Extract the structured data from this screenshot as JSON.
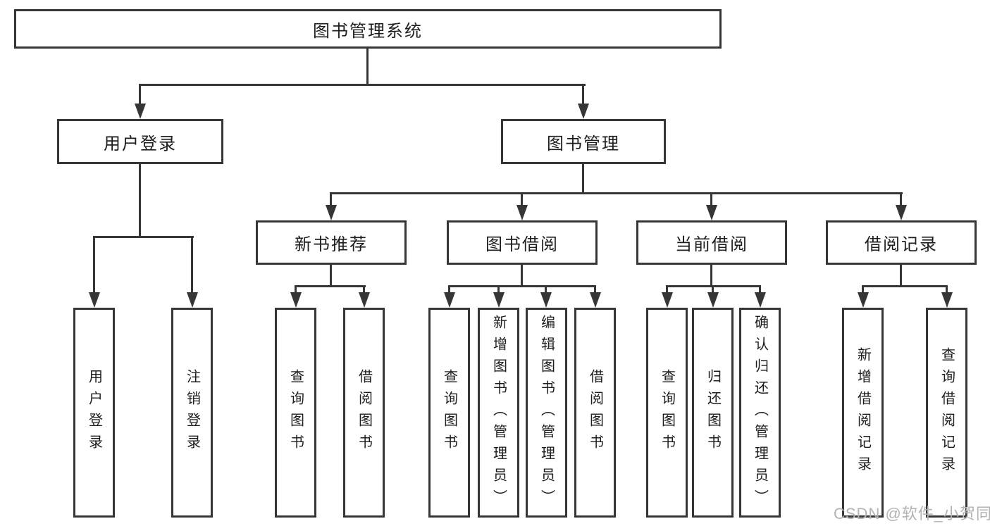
{
  "diagram": {
    "root": {
      "label": "图书管理系统"
    },
    "branches": {
      "user_login": {
        "label": "用户登录",
        "children": [
          "用户登录",
          "注销登录"
        ]
      },
      "book_mgmt": {
        "label": "图书管理"
      }
    },
    "modules": [
      {
        "label": "新书推荐",
        "children": [
          "查询图书",
          "借阅图书"
        ]
      },
      {
        "label": "图书借阅",
        "children": [
          "查询图书",
          "新增图书（管理员）",
          "编辑图书（管理员）",
          "借阅图书"
        ]
      },
      {
        "label": "当前借阅",
        "children": [
          "查询图书",
          "归还图书",
          "确认归还（管理员）"
        ]
      },
      {
        "label": "借阅记录",
        "children": [
          "新增借阅记录",
          "查询借阅记录"
        ]
      }
    ],
    "watermark": "CSDN @软件_小贺同学",
    "colors": {
      "line": "#363636",
      "text": "#1d1d1d",
      "watermark": "#b3b3b3",
      "background": "#ffffff"
    }
  }
}
